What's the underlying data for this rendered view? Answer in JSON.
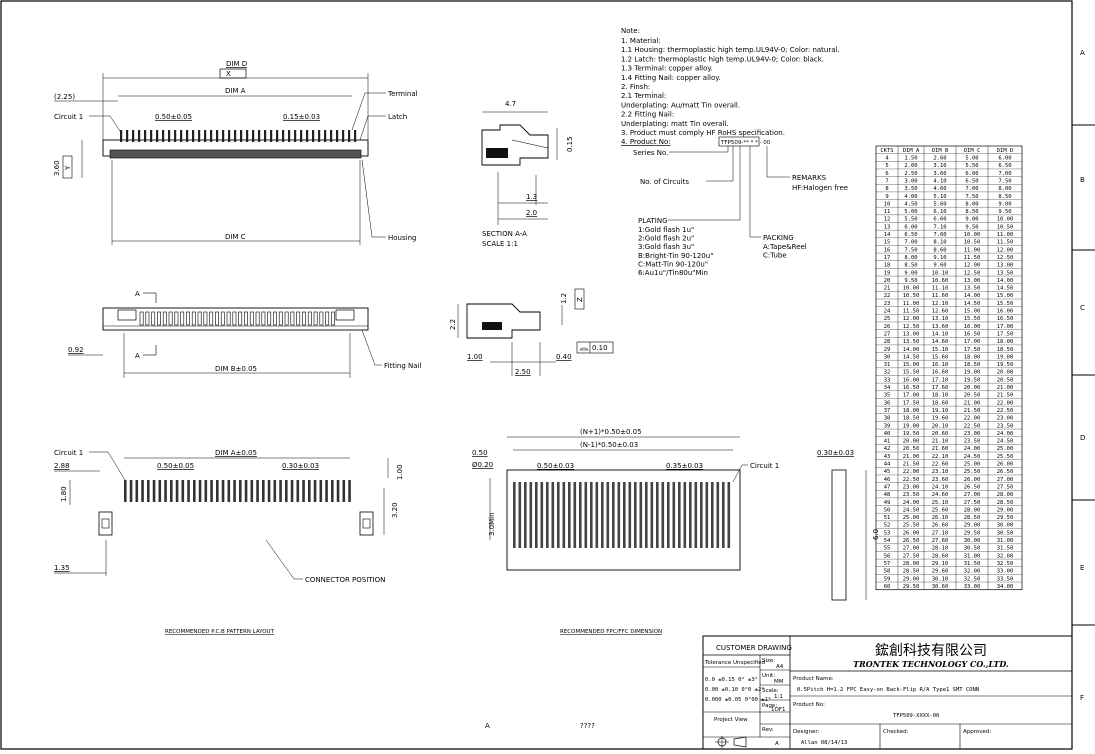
{
  "zone_letters": [
    "A",
    "B",
    "C",
    "D",
    "E",
    "F"
  ],
  "top_view": {
    "dim_d": "DIM D",
    "dim_x": "X",
    "dim_a": "DIM A",
    "ref_225": "(2.25)",
    "circuit1": "Circuit 1",
    "pitch": "0.50±0.05",
    "terminal_width": "0.15±0.03",
    "terminal": "Terminal",
    "latch": "Latch",
    "height": "3.60",
    "height_y": "Y",
    "dim_c": "DIM C",
    "housing": "Housing"
  },
  "section_view": {
    "depth": "4.7",
    "thickness": "0.15",
    "d13": "1.3",
    "d20": "2.0",
    "title": "SECTION A-A",
    "scale": "SCALE 1:1"
  },
  "bottom_view": {
    "a_mark": "A",
    "a_mark2": "A",
    "d092": "0.92",
    "dim_b": "DIM B±0.05",
    "fitting_nail": "Fitting Nail"
  },
  "side_small": {
    "d22": "2.2",
    "d12": "1.2",
    "z": "Z",
    "flat": "0.10",
    "d100": "1.00",
    "d040": "0.40",
    "d250": "2.50"
  },
  "notes": {
    "title": "Note:",
    "lines": [
      "1. Material:",
      "  1.1 Housing: thermoplastic high temp.UL94V-0; Color: natural.",
      "  1.2 Latch: thermoplastic high temp.UL94V-0; Color: black.",
      "  1.3 Terminal: copper alloy.",
      "  1.4 Fitting Nail: copper alloy.",
      "2. Finsh:",
      "  2.1 Terminal:",
      "       Underplating: Au/matt Tin overall.",
      "  2.2 Fitting Nail:",
      "       Underplating: matt Tin overall.",
      "3. Product must comply HF RoHS specification.",
      "4. Product No:"
    ],
    "part_code": "TFP509-** * * - 00",
    "series_no": "Series No.",
    "no_circuits": "No. of Circuits",
    "remarks": "REMARKS",
    "halogen": "HF:Halogen free",
    "plating_title": "PLATING",
    "plating": [
      "1:Gold flash 1u\"",
      "2:Gold flash 2u\"",
      "3:Gold flash 3u\"",
      "B:Bright-Tin 90-120u\"",
      "C:Matt-Tin 90-120u\"",
      "6:Au1u\"/Tin80u\"Min"
    ],
    "packing_title": "PACKING",
    "packing": [
      "A:Tape&Reel",
      "C:Tube"
    ]
  },
  "dim_table": {
    "headers": [
      "CKTS",
      "DIM A",
      "DIM B",
      "DIM C",
      "DIM D"
    ],
    "rows": [
      [
        "4",
        "1.50",
        "2.60",
        "5.00",
        "6.00"
      ],
      [
        "5",
        "2.00",
        "3.10",
        "5.50",
        "6.50"
      ],
      [
        "6",
        "2.50",
        "3.60",
        "6.00",
        "7.00"
      ],
      [
        "7",
        "3.00",
        "4.10",
        "6.50",
        "7.50"
      ],
      [
        "8",
        "3.50",
        "4.60",
        "7.00",
        "8.00"
      ],
      [
        "9",
        "4.00",
        "5.10",
        "7.50",
        "8.50"
      ],
      [
        "10",
        "4.50",
        "5.60",
        "8.00",
        "9.00"
      ],
      [
        "11",
        "5.00",
        "6.10",
        "8.50",
        "9.50"
      ],
      [
        "12",
        "5.50",
        "6.60",
        "9.00",
        "10.00"
      ],
      [
        "13",
        "6.00",
        "7.10",
        "9.50",
        "10.50"
      ],
      [
        "14",
        "6.50",
        "7.60",
        "10.00",
        "11.00"
      ],
      [
        "15",
        "7.00",
        "8.10",
        "10.50",
        "11.50"
      ],
      [
        "16",
        "7.50",
        "8.60",
        "11.00",
        "12.00"
      ],
      [
        "17",
        "8.00",
        "9.10",
        "11.50",
        "12.50"
      ],
      [
        "18",
        "8.50",
        "9.60",
        "12.00",
        "13.00"
      ],
      [
        "19",
        "9.00",
        "10.10",
        "12.50",
        "13.50"
      ],
      [
        "20",
        "9.50",
        "10.60",
        "13.00",
        "14.00"
      ],
      [
        "21",
        "10.00",
        "11.10",
        "13.50",
        "14.50"
      ],
      [
        "22",
        "10.50",
        "11.60",
        "14.00",
        "15.00"
      ],
      [
        "23",
        "11.00",
        "12.10",
        "14.50",
        "15.50"
      ],
      [
        "24",
        "11.50",
        "12.60",
        "15.00",
        "16.00"
      ],
      [
        "25",
        "12.00",
        "13.10",
        "15.50",
        "16.50"
      ],
      [
        "26",
        "12.50",
        "13.60",
        "16.00",
        "17.00"
      ],
      [
        "27",
        "13.00",
        "14.10",
        "16.50",
        "17.50"
      ],
      [
        "28",
        "13.50",
        "14.60",
        "17.00",
        "18.00"
      ],
      [
        "29",
        "14.00",
        "15.10",
        "17.50",
        "18.50"
      ],
      [
        "30",
        "14.50",
        "15.60",
        "18.00",
        "19.00"
      ],
      [
        "31",
        "15.00",
        "16.10",
        "18.50",
        "19.50"
      ],
      [
        "32",
        "15.50",
        "16.60",
        "19.00",
        "20.00"
      ],
      [
        "33",
        "16.00",
        "17.10",
        "19.50",
        "20.50"
      ],
      [
        "34",
        "16.50",
        "17.60",
        "20.00",
        "21.00"
      ],
      [
        "35",
        "17.00",
        "18.10",
        "20.50",
        "21.50"
      ],
      [
        "36",
        "17.50",
        "18.60",
        "21.00",
        "22.00"
      ],
      [
        "37",
        "18.00",
        "19.10",
        "21.50",
        "22.50"
      ],
      [
        "38",
        "18.50",
        "19.60",
        "22.00",
        "23.00"
      ],
      [
        "39",
        "19.00",
        "20.10",
        "22.50",
        "23.50"
      ],
      [
        "40",
        "19.50",
        "20.60",
        "23.00",
        "24.00"
      ],
      [
        "41",
        "20.00",
        "21.10",
        "23.50",
        "24.50"
      ],
      [
        "42",
        "20.50",
        "21.60",
        "24.00",
        "25.00"
      ],
      [
        "43",
        "21.00",
        "22.10",
        "24.50",
        "25.50"
      ],
      [
        "44",
        "21.50",
        "22.60",
        "25.00",
        "26.00"
      ],
      [
        "45",
        "22.00",
        "23.10",
        "25.50",
        "26.50"
      ],
      [
        "46",
        "22.50",
        "23.60",
        "26.00",
        "27.00"
      ],
      [
        "47",
        "23.00",
        "24.10",
        "26.50",
        "27.50"
      ],
      [
        "48",
        "23.50",
        "24.60",
        "27.00",
        "28.00"
      ],
      [
        "49",
        "24.00",
        "25.10",
        "27.50",
        "28.50"
      ],
      [
        "50",
        "24.50",
        "25.60",
        "28.00",
        "29.00"
      ],
      [
        "51",
        "25.00",
        "26.10",
        "28.50",
        "29.50"
      ],
      [
        "52",
        "25.50",
        "26.60",
        "29.00",
        "30.00"
      ],
      [
        "53",
        "26.00",
        "27.10",
        "29.50",
        "30.50"
      ],
      [
        "54",
        "26.50",
        "27.60",
        "30.00",
        "31.00"
      ],
      [
        "55",
        "27.00",
        "28.10",
        "30.50",
        "31.50"
      ],
      [
        "56",
        "27.50",
        "28.60",
        "31.00",
        "32.00"
      ],
      [
        "57",
        "28.00",
        "29.10",
        "31.50",
        "32.50"
      ],
      [
        "58",
        "28.50",
        "29.60",
        "32.00",
        "33.00"
      ],
      [
        "59",
        "29.00",
        "30.10",
        "32.50",
        "33.50"
      ],
      [
        "60",
        "29.50",
        "30.60",
        "33.00",
        "34.00"
      ]
    ]
  },
  "pcb_layout": {
    "circuit1": "Circuit 1",
    "d288": "2.88",
    "dim_a": "DIM A±0.05",
    "pitch": "0.50±0.05",
    "width": "0.30±0.03",
    "d180": "1.80",
    "d100": "1.00",
    "d320": "3.20",
    "d135": "1.35",
    "conn_pos": "CONNECTOR POSITION",
    "title": "RECOMMENDED P.C.B PATTERN LAYOUT"
  },
  "fpc_dim": {
    "outer": "(N+1)*0.50±0.05",
    "inner": "(N-1)*0.50±0.03",
    "d050": "0.50",
    "d020": "Ø0.20",
    "pitch": "0.50±0.03",
    "width": "0.35±0.03",
    "circuit1": "Circuit 1",
    "thk": "0.30±0.03",
    "min": "3.0Min",
    "d60": "6.0",
    "title": "RECOMMENDED FPC/FFC DIMENSION"
  },
  "bottom_marks": {
    "a": "A",
    "q": "????"
  },
  "title_block": {
    "customer_drawing": "CUSTOMER DRAWING",
    "company_cn": "鋐創科技有限公司",
    "company_en": "TRONTEK TECHNOLOGY CO.,LTD.",
    "tol_label": "Tolerance Unspecified",
    "tol_lines": [
      "0.0   ±0.15  0°  ±3°",
      "0.00  ±0.10  0°0  ±2°",
      "0.000 ±0.05  0°00 ±1°"
    ],
    "size_label": "Size:",
    "size_value": "A4",
    "unit_label": "Unit:",
    "unit_value": "MM",
    "scale_label": "Scale:",
    "scale_value": "1:1",
    "page_label": "Page:",
    "page_value": "1OF1",
    "rev_label": "Rev:",
    "rev_value": "A",
    "project_view": "Project View",
    "product_name_label": "Product Name:",
    "product_name": "0.5Pitch H=1.2 FPC Easy-on Back-Flip R/A Type1 SMT CONN",
    "product_no_label": "Product No:",
    "product_no": "TFP509-XXXX-00",
    "designer_label": "Designer:",
    "designer": "Allan 08/14/13",
    "checked_label": "Checked:",
    "approved_label": "Approved:"
  }
}
